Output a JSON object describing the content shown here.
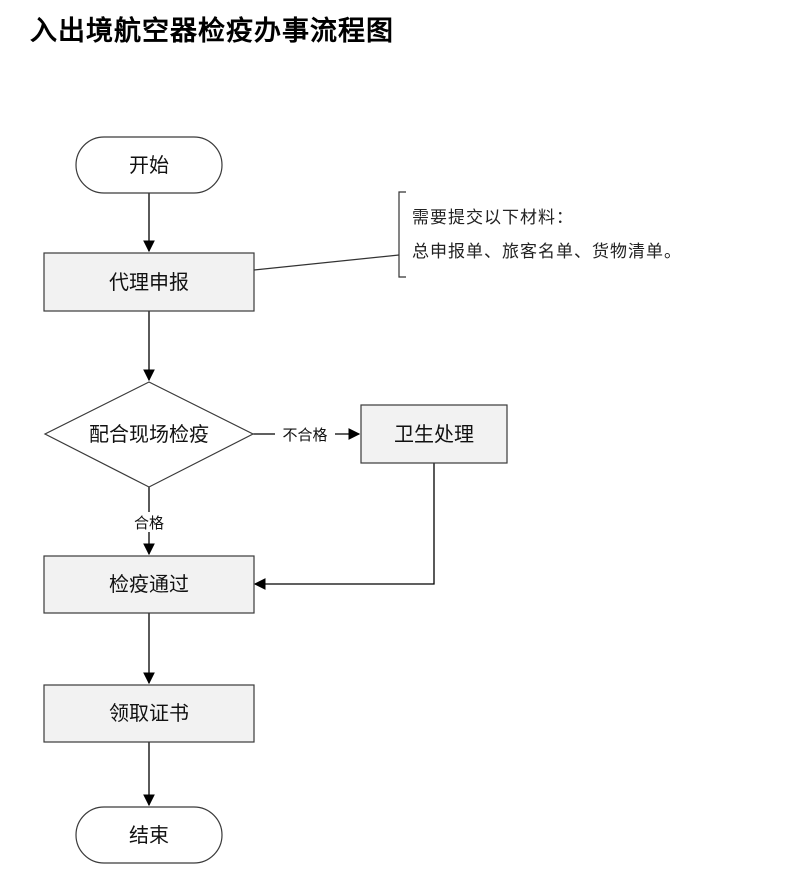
{
  "title": "入出境航空器检疫办事流程图",
  "nodes": {
    "start": "开始",
    "agent_report": "代理申报",
    "onsite_quarantine": "配合现场检疫",
    "sanitary_treatment": "卫生处理",
    "quarantine_passed": "检疫通过",
    "get_certificate": "领取证书",
    "end": "结束"
  },
  "edge_labels": {
    "unqualified": "不合格",
    "qualified": "合格"
  },
  "note": {
    "line1": "需要提交以下材料：",
    "line2": "总申报单、旅客名单、货物清单。"
  },
  "colors": {
    "box_fill": "#f2f2f2",
    "stroke": "#3a3a3a"
  }
}
